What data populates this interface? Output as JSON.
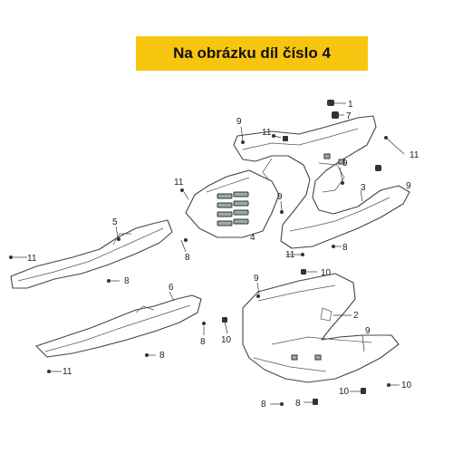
{
  "banner": {
    "text": "Na obrázku díl číslo 4",
    "color": "#f7c50f"
  },
  "callouts": [
    {
      "id": "c1",
      "text": "1"
    },
    {
      "id": "c2",
      "text": "7"
    },
    {
      "id": "c3",
      "text": "9"
    },
    {
      "id": "c4",
      "text": "11"
    },
    {
      "id": "c5",
      "text": "11"
    },
    {
      "id": "c6",
      "text": "9"
    },
    {
      "id": "c7",
      "text": "3"
    },
    {
      "id": "c8",
      "text": "9"
    },
    {
      "id": "c9",
      "text": "11"
    },
    {
      "id": "c10",
      "text": "9"
    },
    {
      "id": "c11",
      "text": "4"
    },
    {
      "id": "c12",
      "text": "8"
    },
    {
      "id": "c13",
      "text": "5"
    },
    {
      "id": "c14",
      "text": "11"
    },
    {
      "id": "c15",
      "text": "8"
    },
    {
      "id": "c16",
      "text": "11"
    },
    {
      "id": "c17",
      "text": "8"
    },
    {
      "id": "c18",
      "text": "10"
    },
    {
      "id": "c19",
      "text": "9"
    },
    {
      "id": "c20",
      "text": "6"
    },
    {
      "id": "c21",
      "text": "2"
    },
    {
      "id": "c22",
      "text": "9"
    },
    {
      "id": "c23",
      "text": "8"
    },
    {
      "id": "c24",
      "text": "10"
    },
    {
      "id": "c25",
      "text": "8"
    },
    {
      "id": "c26",
      "text": "11"
    },
    {
      "id": "c27",
      "text": "10"
    },
    {
      "id": "c28",
      "text": "10"
    },
    {
      "id": "c29",
      "text": "8"
    },
    {
      "id": "c30",
      "text": "8"
    }
  ]
}
